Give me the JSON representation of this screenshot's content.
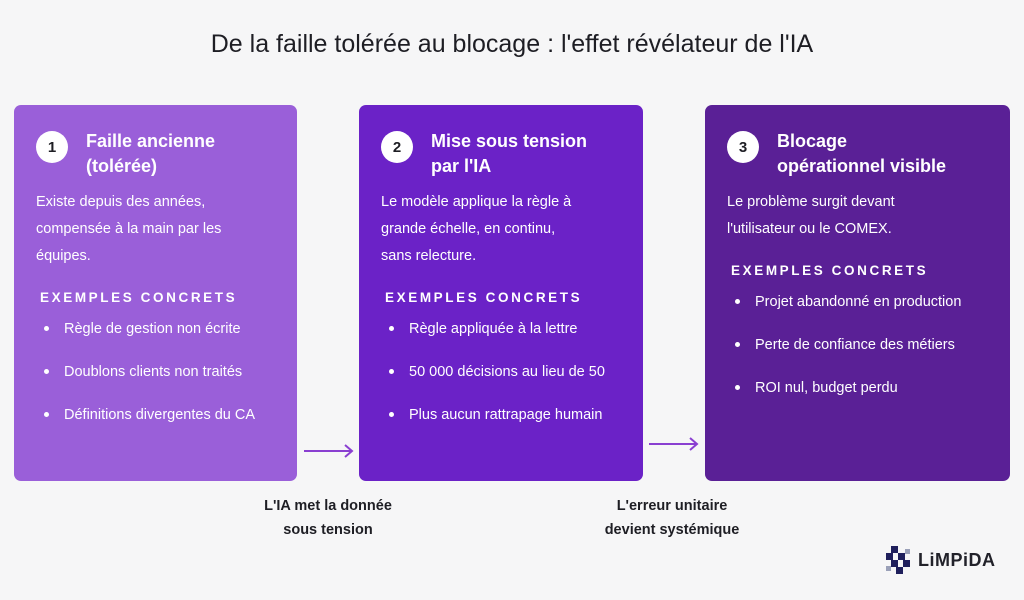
{
  "title": "De la faille tolérée au blocage : l'effet révélateur de l'IA",
  "colors": {
    "card_1": "#9a5fd9",
    "card_2": "#6b22c7",
    "card_3": "#5a2096",
    "arrow": "#8a3fd1"
  },
  "steps": [
    {
      "number": "1",
      "title_lines": [
        "Faille ancienne",
        "(tolérée)"
      ],
      "desc_lines": [
        "Existe depuis des années,",
        "compensée à la main par les",
        "équipes."
      ],
      "examples_label": "EXEMPLES CONCRETS",
      "examples": [
        "Règle de gestion non écrite",
        "Doublons clients non traités",
        "Définitions divergentes du CA"
      ]
    },
    {
      "number": "2",
      "title_lines": [
        "Mise sous tension",
        "par l'IA"
      ],
      "desc_lines": [
        "Le modèle applique la règle à",
        "grande échelle, en continu,",
        "sans relecture."
      ],
      "examples_label": "EXEMPLES CONCRETS",
      "examples": [
        "Règle appliquée à la lettre",
        "50 000 décisions au lieu de 50",
        "Plus aucun rattrapage humain"
      ]
    },
    {
      "number": "3",
      "title_lines": [
        "Blocage",
        "opérationnel visible"
      ],
      "desc_lines": [
        "Le problème surgit devant",
        "l'utilisateur ou le COMEX."
      ],
      "examples_label": "EXEMPLES CONCRETS",
      "examples": [
        "Projet abandonné en production",
        "Perte de confiance des métiers",
        "ROI nul, budget perdu"
      ]
    }
  ],
  "transitions": [
    {
      "lines": [
        "L'IA met la donnée",
        "sous tension"
      ]
    },
    {
      "lines": [
        "L'erreur unitaire",
        "devient systémique"
      ]
    }
  ],
  "logo": {
    "text": "LiMPiDA",
    "icon": "pixel-cross-logo-icon"
  }
}
